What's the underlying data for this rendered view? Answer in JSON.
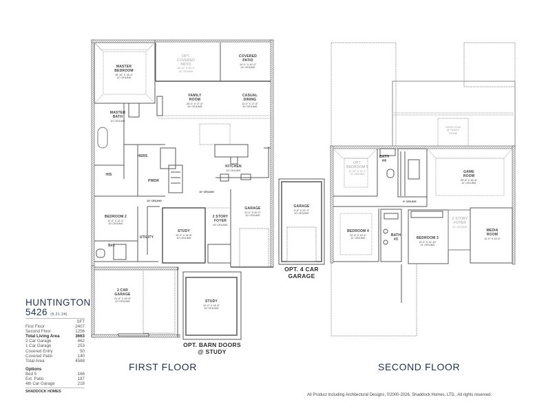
{
  "plan": {
    "name": "HUNTINGTON",
    "number": "5426",
    "date": "(5.21.24)",
    "sft_header": "SFT",
    "areas": [
      {
        "label": "First Floor",
        "value": "2407",
        "bold": false
      },
      {
        "label": "Second Floor",
        "value": "1256",
        "bold": false
      },
      {
        "label": "Total Living Area",
        "value": "3663",
        "bold": true
      },
      {
        "label": "2 Car Garage",
        "value": "462",
        "bold": false
      },
      {
        "label": "1 Car Garage",
        "value": "253",
        "bold": false
      },
      {
        "label": "Covered Entry",
        "value": "50",
        "bold": false
      },
      {
        "label": "Covered Patio",
        "value": "140",
        "bold": false
      },
      {
        "label": "Total Area",
        "value": "4568",
        "bold": false
      }
    ],
    "options_header": "Options",
    "options": [
      {
        "label": "Bed 5",
        "value": "166"
      },
      {
        "label": "Ext. Patio",
        "value": "187"
      },
      {
        "label": "4th Car Garage",
        "value": "218"
      }
    ],
    "brand": "SHADDOCK HOMES"
  },
  "first_floor": {
    "title": "FIRST FLOOR",
    "rooms": {
      "master_bedroom": {
        "name": "MASTER\nBEDROOM",
        "dims": "15'-10\" X 16'-0\"\n12' CEILING"
      },
      "opt_covered_patio": {
        "name": "OPT.\nCOVERED\nPATIO",
        "dims": "18'-10\" X 10'-0\"\n14' CEILING"
      },
      "covered_patio": {
        "name": "COVERED\nPATIO",
        "dims": "14'-0\" X 10'-0\"\n14' CEILING"
      },
      "family_room": {
        "name": "FAMILY\nROOM",
        "dims": "20'-0\" X 17'-6\"\n20' CEILING"
      },
      "casual_dining": {
        "name": "CASUAL\nDINING",
        "dims": "11'-0\" X 17'-6\"\n20' CEILING"
      },
      "master_bath": {
        "name": "MASTER\nBATH",
        "dims": "10' CEILING"
      },
      "hers": {
        "name": "HERS"
      },
      "his": {
        "name": "HIS"
      },
      "pwdr": {
        "name": "PWDR"
      },
      "kitchen": {
        "name": "KITCHEN",
        "dims": "10' CEILING"
      },
      "hall_ceiling_1": {
        "name": "10' CEILING"
      },
      "hall_ceiling_2": {
        "name": "10' CEILING"
      },
      "bedroom_2": {
        "name": "BEDROOM 2",
        "dims": "11'-0\" X 12'-2\"\n10' CEILING"
      },
      "utility": {
        "name": "UTILITY"
      },
      "b2": {
        "name": "B#2"
      },
      "study": {
        "name": "STUDY",
        "dims": "12'-0\" X 14'-8\"\n10' CEILING"
      },
      "foyer": {
        "name": "2 STORY\nFOYER",
        "dims": "20' CEILING"
      },
      "garage": {
        "name": "GARAGE",
        "dims": "11'-0\" X 20'-0\"\n10' CEILING"
      },
      "two_car_garage": {
        "name": "2 CAR\nGARAGE",
        "dims": "21'-6\" X 19'-6\"\n10' CEILING"
      }
    }
  },
  "opt_study": {
    "room": {
      "name": "STUDY",
      "dims": "12'-0\" X 14'-8\"\n10' CEILING"
    },
    "caption_line1": "OPT. BARN DOORS",
    "caption_line2": "@ STUDY"
  },
  "opt_garage": {
    "room": {
      "name": "GARAGE",
      "dims": "9'-8\" X 22'-0\"\n10' CEILING"
    },
    "caption_line1": "OPT. 4 CAR",
    "caption_line2": "GARAGE"
  },
  "second_floor": {
    "title": "SECOND FLOOR",
    "rooms": {
      "overlook": {
        "name": "OVER LOOK\n@ FAMILY\nROOM"
      },
      "opt_bedroom_5": {
        "name": "OPT.\nBEDROOM 5",
        "dims": "11'-10\" X 12'-1\"\n11' CEILING"
      },
      "bath_4": {
        "name": "BATH\n#4"
      },
      "game_room": {
        "name": "GAME\nROOM",
        "dims": "20'-8\" X 16'-8\"\n11' CEILING"
      },
      "hall_ceiling": {
        "name": "9' CEILING"
      },
      "bedroom_4": {
        "name": "BEDROOM 4",
        "dims": "12'-4\" X 13'-4\"\n11' CEILING"
      },
      "bath_3": {
        "name": "BATH\n#3"
      },
      "bedroom_3": {
        "name": "BEDROOM 3",
        "dims": "12'-0\" X 11'-10\"\n11' CEILING"
      },
      "foyer": {
        "name": "2 STORY\nFOYER",
        "dims": "20' CEILING"
      },
      "media_room": {
        "name": "MEDIA\nROOM",
        "dims": "11'-0\" X 13'-6\""
      }
    }
  },
  "footer": {
    "copyright": "All Product including Architectural Designs, ©2000-2026, Shaddock Homes, LTD., All rights reserved."
  },
  "colors": {
    "title_navy": "#1e3050",
    "wall": "#555555",
    "dashed": "#9a9a9a"
  }
}
